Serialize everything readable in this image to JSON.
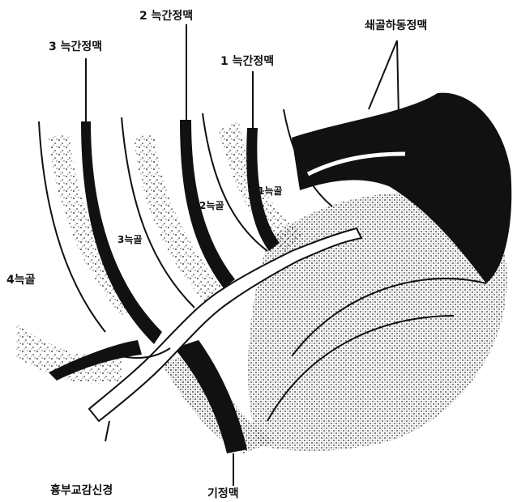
{
  "labels": {
    "vein_intercostal_2": "2 늑간정맥",
    "vein_intercostal_3": "3 늑간정맥",
    "vein_intercostal_1": "1 늑간정맥",
    "vein_subclavian": "쇄골하동정맥",
    "rib_1": "1늑골",
    "rib_2": "2늑골",
    "rib_3": "3늑골",
    "rib_4": "4늑골",
    "vein_azygos": "기정맥",
    "nerve_thoracic_sympathetic": "흉부교감신경"
  },
  "colors": {
    "ink": "#111111",
    "paper": "#ffffff"
  }
}
